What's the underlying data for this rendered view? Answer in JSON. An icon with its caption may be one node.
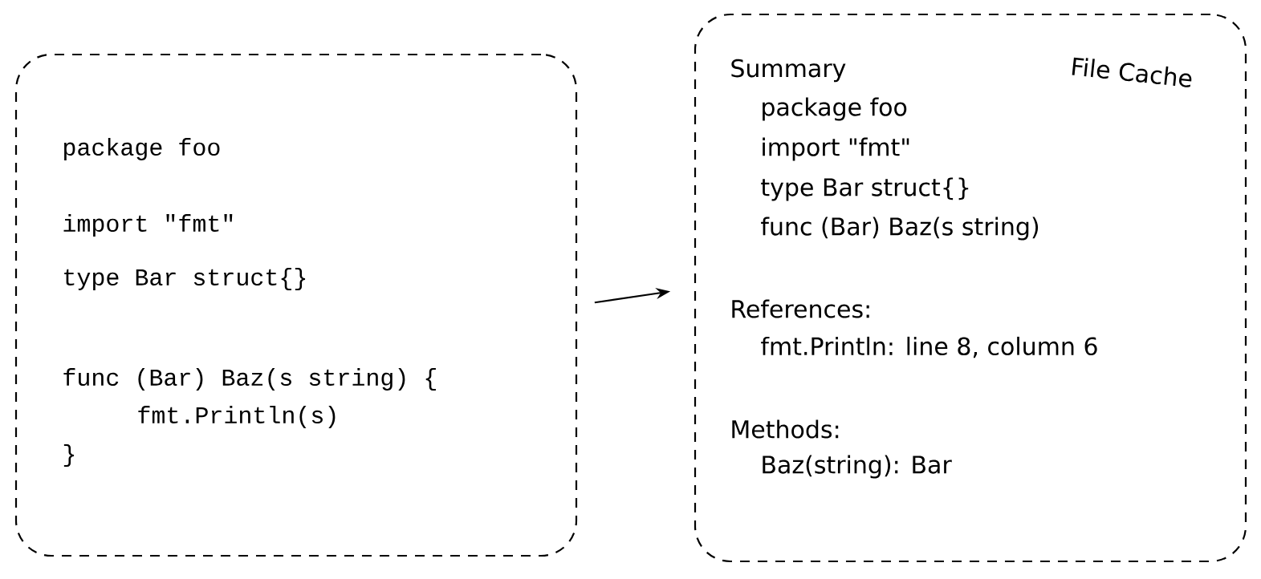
{
  "diagram": {
    "nodes": [
      {
        "text": [
          "package foo",
          "import \"fmt\"",
          "type Bar struct{}",
          "func (Bar) Baz(s string) {",
          "fmt.Println(s)",
          "}"
        ]
      },
      {
        "text": [
          "File Cache",
          "Summary",
          "package foo",
          "import \"fmt\"",
          "type Bar struct{}",
          "func (Bar) Baz(s string)",
          "References:",
          "fmt.Println: line 8, column 6",
          "Methods:",
          "Baz(string): Bar"
        ]
      }
    ],
    "edges": [
      {
        "from": 0,
        "to": 1,
        "arrow": "to"
      }
    ]
  }
}
